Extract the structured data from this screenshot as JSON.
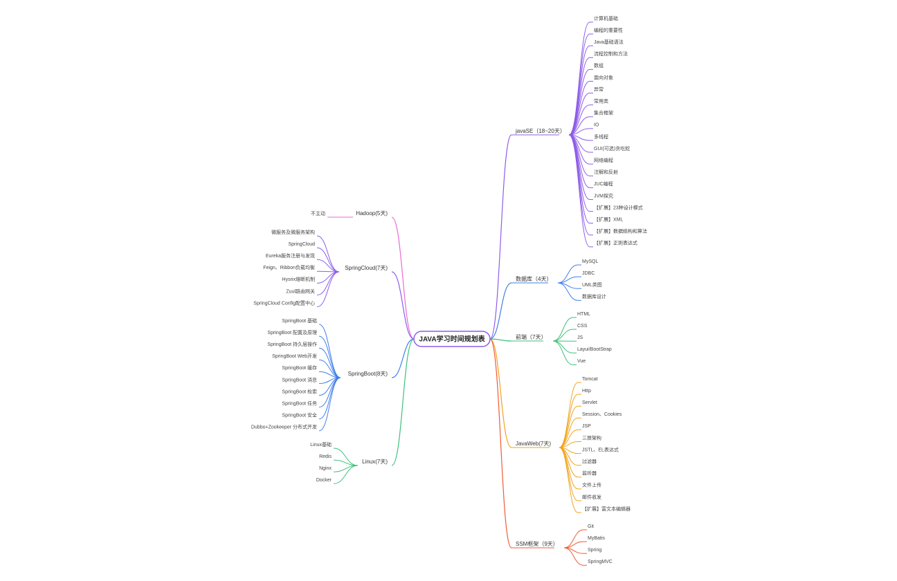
{
  "root": {
    "label": "JAVA学习时间规划表",
    "color": "#8e5ce8"
  },
  "right_branches": [
    {
      "id": "javase",
      "label": "javaSE（18~20天）",
      "color": "#8e5ce8",
      "items": [
        "计算机基础",
        "编程的重要性",
        "Java基础语法",
        "流程控制和方法",
        "数组",
        "面向对象",
        "异常",
        "常用类",
        "集合框架",
        "IO",
        "多线程",
        "GUI(可选)贪吃蛇",
        "网络编程",
        "注解和反射",
        "JUC编程",
        "JVM探究",
        "【扩展】23种设计模式",
        "【扩展】XML",
        "【扩展】数据结构和算法",
        "【扩展】正则表达式"
      ]
    },
    {
      "id": "db",
      "label": "数据库（4天）",
      "color": "#3f7fe8",
      "items": [
        "MySQL",
        "JDBC",
        "UML类图",
        "数据库设计"
      ]
    },
    {
      "id": "frontend",
      "label": "前端（7天）",
      "color": "#3cc07a",
      "items": [
        "HTML",
        "CSS",
        "JS",
        "Layui/BootStrap",
        "Vue"
      ]
    },
    {
      "id": "javaweb",
      "label": "JavaWeb(7天)",
      "color": "#f2a21b",
      "items": [
        "Tomcat",
        "Http",
        "Servlet",
        "Session、Cookies",
        "JSP",
        "三层架构",
        "JSTL、EL表达式",
        "过滤器",
        "监听器",
        "文件上传",
        "邮件收发",
        "【扩展】富文本编辑器"
      ]
    },
    {
      "id": "ssm",
      "label": "SSM框架（9天）",
      "color": "#f05a35",
      "items": [
        "Git",
        "MyBatis",
        "Spring",
        "SpringMVC"
      ]
    }
  ],
  "left_branches": [
    {
      "id": "hadoop",
      "label": "Hadoop(5天)",
      "color": "#e86ad4",
      "items": [
        "不主动"
      ]
    },
    {
      "id": "springcloud",
      "label": "SpringCloud(7天)",
      "color": "#8e5ce8",
      "items": [
        "微服务及微服务架构",
        "SpringCloud",
        "Eureka服务注册与发现",
        "Feign、Ribbon负载均衡",
        "Hysrix熔断机制",
        "Zuul路由网关",
        "SpringCloud Config配置中心"
      ]
    },
    {
      "id": "springboot",
      "label": "SpringBoot(8天)",
      "color": "#3f7fe8",
      "items": [
        "SpringBoot 基础",
        "SpringBoot 配置及原理",
        "SpringBoot 持久层操作",
        "SpringBoot Web开发",
        "SpringBoot 缓存",
        "SpringBoot 消息",
        "SpringBoot 检索",
        "SpringBoot 任务",
        "SpringBoot 安全",
        "Dubbo+Zookeeper 分布式开发"
      ]
    },
    {
      "id": "linux",
      "label": "Linux(7天)",
      "color": "#3cc07a",
      "items": [
        "Linux基础",
        "Redis",
        "Nginx",
        "Docker"
      ]
    }
  ]
}
